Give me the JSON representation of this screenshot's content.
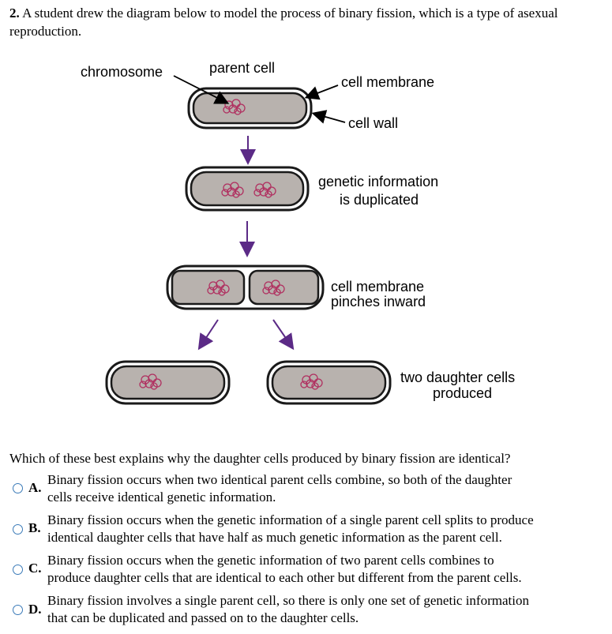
{
  "question": {
    "number": "2.",
    "text": "A student drew the diagram below to model the process of binary fission, which is a type of asexual reproduction."
  },
  "diagram": {
    "labels": {
      "chromosome": "chromosome",
      "parent_cell": "parent cell",
      "cell_membrane": "cell membrane",
      "cell_wall": "cell wall",
      "genetic_line1": "genetic information",
      "genetic_line2": "is duplicated",
      "pinch_line1": "cell membrane",
      "pinch_line2": "pinches inward",
      "daughter_line1": "two daughter cells",
      "daughter_line2": "produced"
    },
    "colors": {
      "cell_fill": "#b8b2ae",
      "cell_outline": "#1a1a1a",
      "chromosome": "#b03060",
      "arrow": "#5b2a86"
    }
  },
  "prompt": "Which of these best explains why the daughter cells produced by binary fission are identical?",
  "choices": [
    {
      "letter": "A.",
      "line1": "Binary fission occurs when two identical parent cells combine, so both of the daughter",
      "line2": "cells receive identical genetic information."
    },
    {
      "letter": "B.",
      "line1": "Binary fission occurs when the genetic information of a single parent cell splits to produce",
      "line2": "identical daughter cells that have half as much genetic information as the parent cell."
    },
    {
      "letter": "C.",
      "line1": "Binary fission occurs when the genetic information of two parent cells combines to",
      "line2": "produce daughter cells that are identical to each other but different from the parent cells."
    },
    {
      "letter": "D.",
      "line1": "Binary fission involves a single parent cell, so there is only one set of genetic information",
      "line2": "that can be duplicated and passed on to the daughter cells."
    }
  ]
}
